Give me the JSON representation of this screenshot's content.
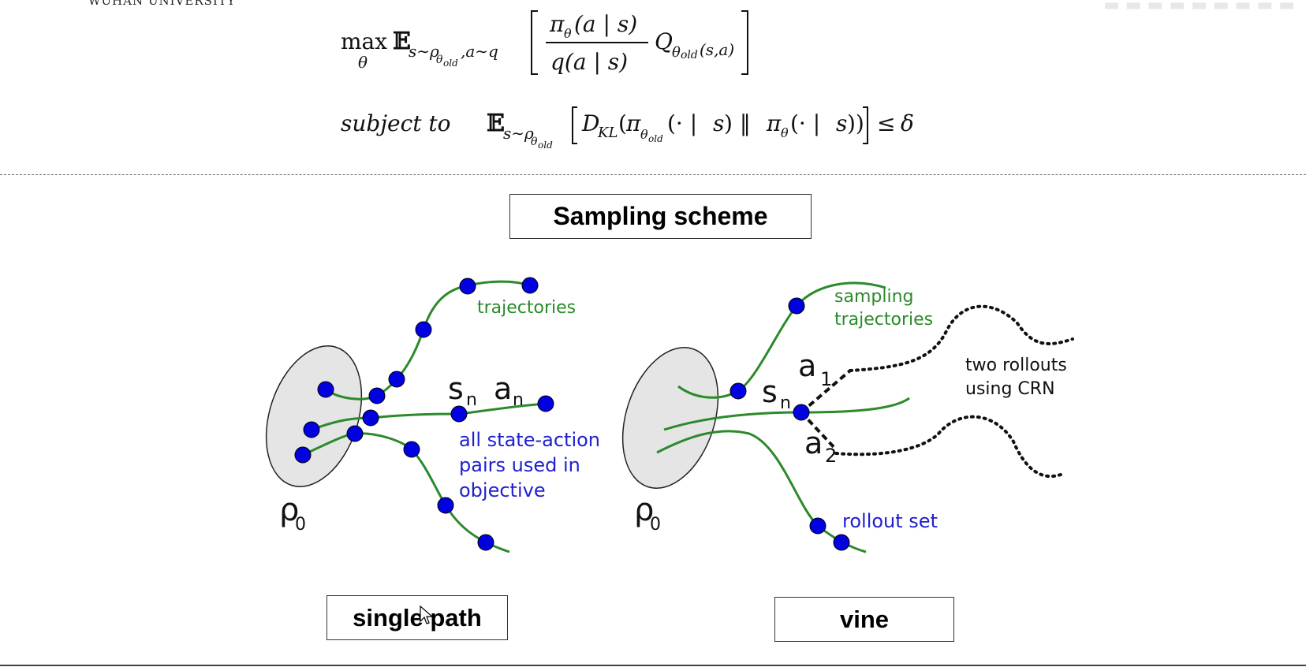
{
  "header": {
    "university": "WUHAN UNIVERSITY"
  },
  "objective": {
    "max": "max",
    "theta": "θ",
    "subject_to": "subject to"
  },
  "title": "Sampling scheme",
  "single_path": {
    "label_trajectories": "trajectories",
    "label_s": "s",
    "label_s_sub": "n",
    "label_a": "a",
    "label_a_sub": "n",
    "label_rho": "ρ",
    "label_rho_sub": "0",
    "pairs_note": [
      "all state-action",
      "pairs used in",
      "objective"
    ],
    "caption": "single path"
  },
  "vine": {
    "label_sampling": [
      "sampling",
      "trajectories"
    ],
    "label_rollouts": [
      "two rollouts",
      "using CRN"
    ],
    "label_s": "s",
    "label_s_sub": "n",
    "label_a1": "a",
    "label_a1_sub": "1",
    "label_a2": "a",
    "label_a2_sub": "2",
    "label_rho": "ρ",
    "label_rho_sub": "0",
    "rollout_set": "rollout set",
    "caption": "vine"
  },
  "colors": {
    "trajectory": "#2b8a2b",
    "node": "#0000e0",
    "note_blue": "#2020d0",
    "ellipse_fill": "#e5e5e5"
  }
}
